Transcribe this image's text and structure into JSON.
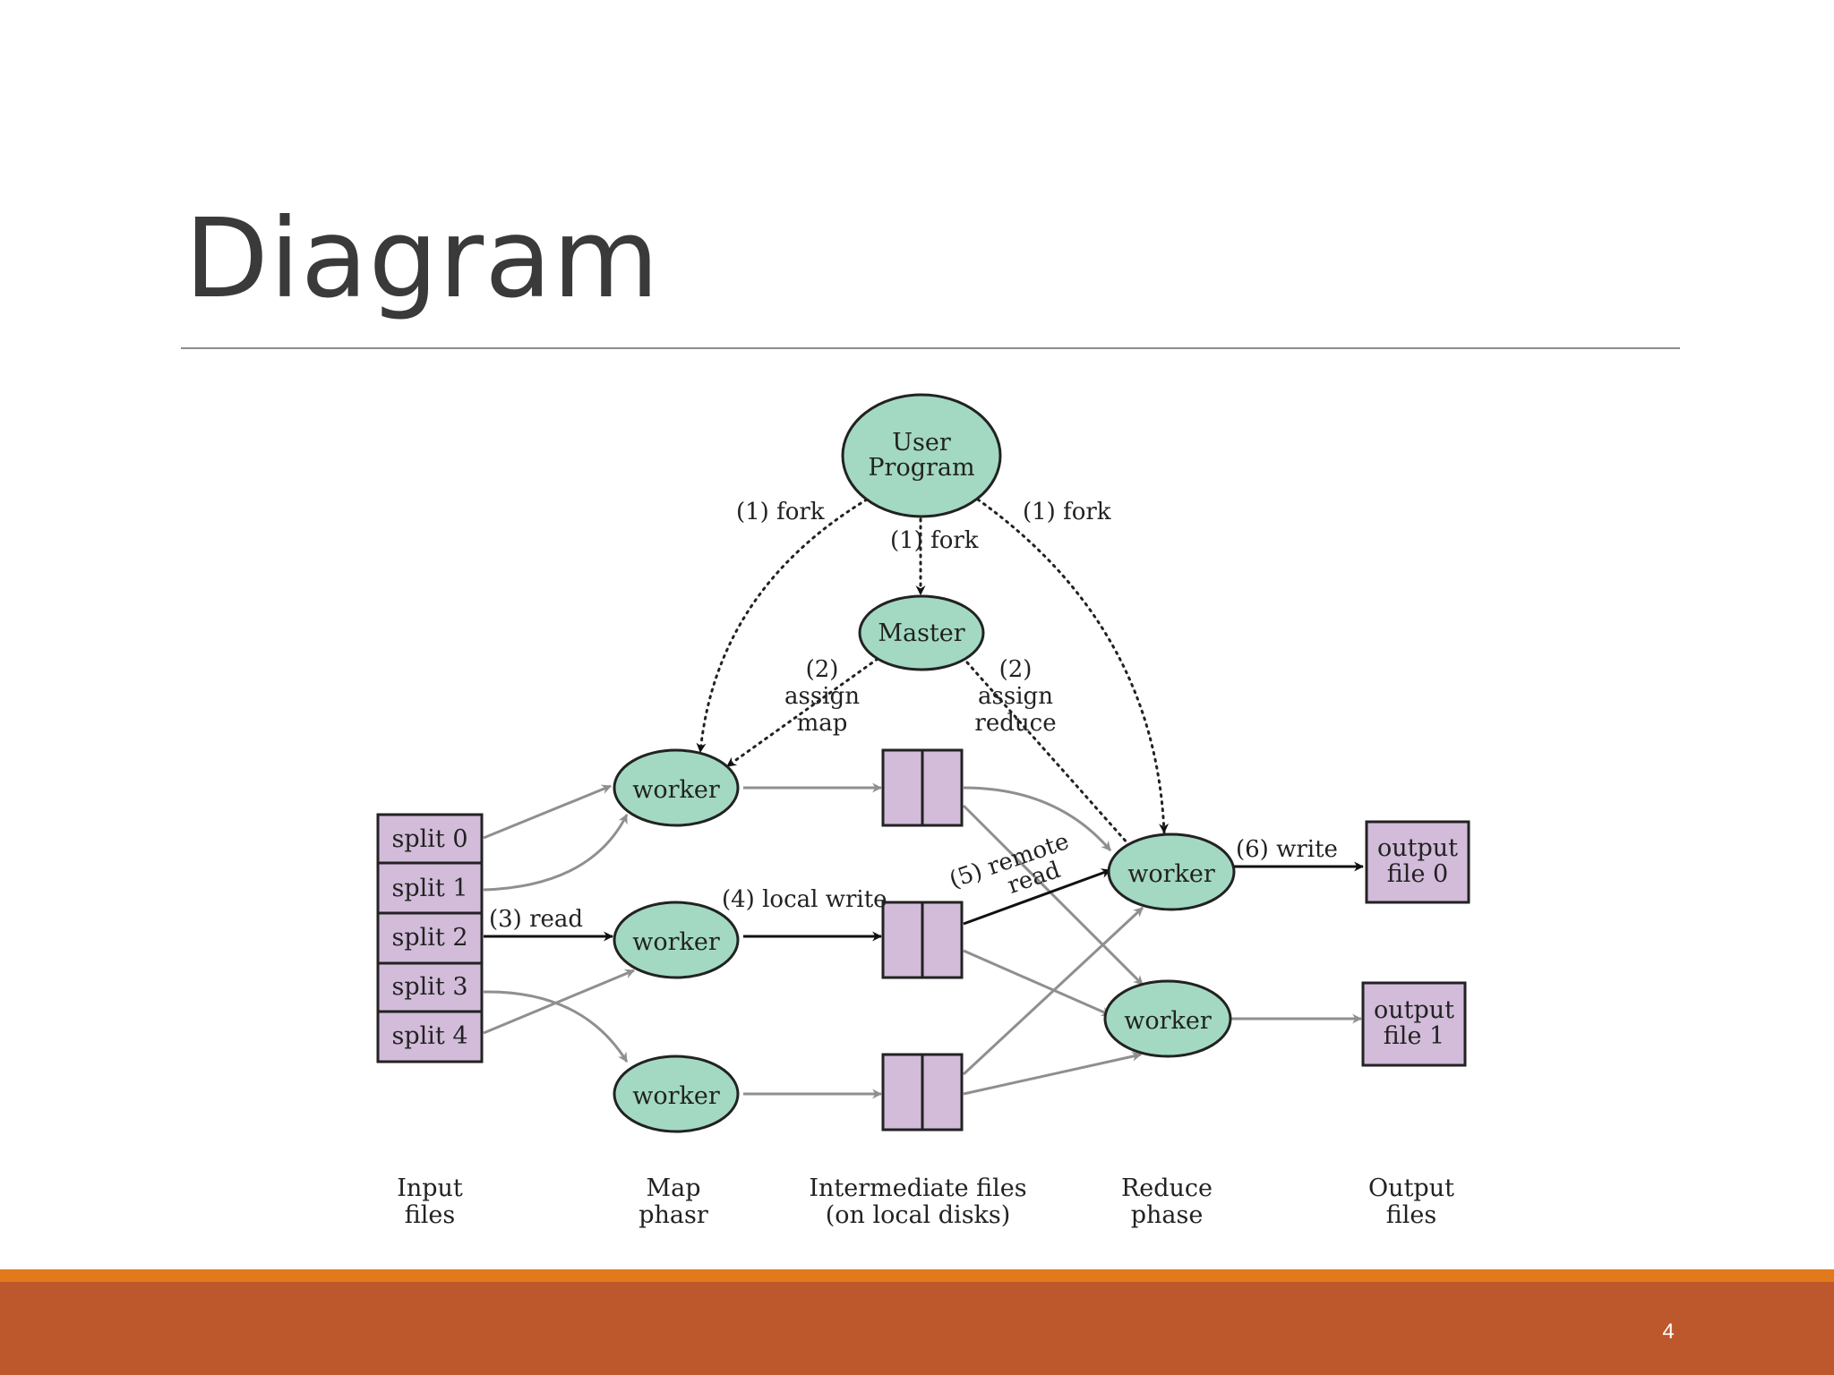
{
  "slide": {
    "title": "Diagram",
    "page_number": "4"
  },
  "colors": {
    "node_fill": "#a3d9c2",
    "file_fill": "#d2bcda",
    "footer_band": "#bd582c",
    "footer_accent": "#e27a1c"
  },
  "diagram": {
    "user_program": {
      "line1": "User",
      "line2": "Program"
    },
    "master": "Master",
    "workers": {
      "map_top": "worker",
      "map_mid": "worker",
      "map_bottom": "worker",
      "reduce_top": "worker",
      "reduce_bottom": "worker"
    },
    "splits": [
      "split 0",
      "split 1",
      "split 2",
      "split 3",
      "split 4"
    ],
    "outputs": {
      "file0": {
        "line1": "output",
        "line2": "file 0"
      },
      "file1": {
        "line1": "output",
        "line2": "file 1"
      }
    },
    "edge_labels": {
      "fork_left": "(1) fork",
      "fork_center": "(1) fork",
      "fork_right": "(1) fork",
      "assign_map": {
        "line1": "(2)",
        "line2": "assign",
        "line3": "map"
      },
      "assign_reduce": {
        "line1": "(2)",
        "line2": "assign",
        "line3": "reduce"
      },
      "read": "(3) read",
      "local_write": "(4) local write",
      "remote_read": {
        "line1": "(5) remote",
        "line2": "read"
      },
      "write": "(6) write"
    },
    "phases": [
      {
        "line1": "Input",
        "line2": "files"
      },
      {
        "line1": "Map",
        "line2": "phasr"
      },
      {
        "line1": "Intermediate files",
        "line2": "(on local disks)"
      },
      {
        "line1": "Reduce",
        "line2": "phase"
      },
      {
        "line1": "Output",
        "line2": "files"
      }
    ]
  }
}
